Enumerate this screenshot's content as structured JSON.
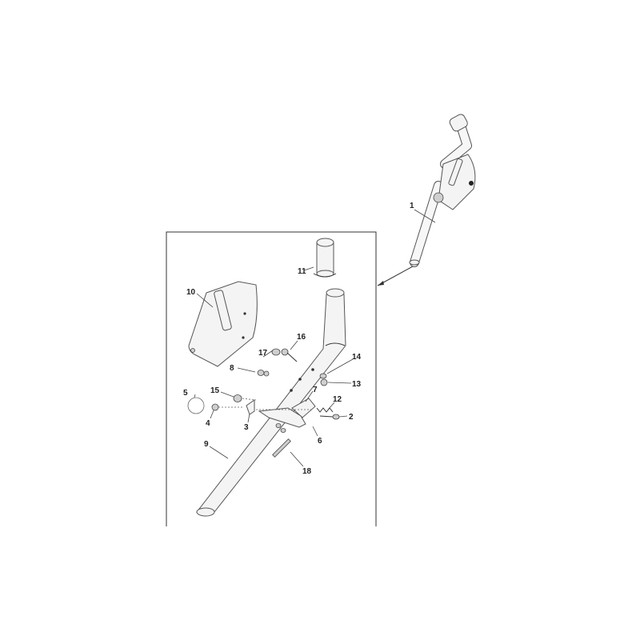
{
  "colors": {
    "background": "#ffffff",
    "line": "#333333",
    "part_fill": "#f4f4f4"
  },
  "part_labels": [
    "1",
    "2",
    "3",
    "4",
    "5",
    "6",
    "7",
    "8",
    "9",
    "10",
    "11",
    "12",
    "13",
    "14",
    "15",
    "16",
    "17",
    "18"
  ]
}
